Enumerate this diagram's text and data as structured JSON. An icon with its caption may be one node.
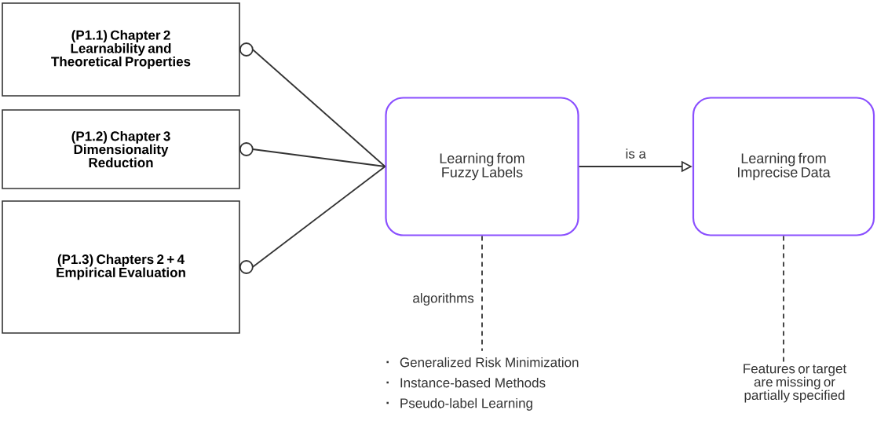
{
  "diagram": {
    "nodes": [
      {
        "text": [
          "(P1.1) Chapter 2 Learnability and Theoretical Properties"
        ]
      },
      {
        "text": [
          "(P1.2) Chapter 3 Dimensionality Reduction"
        ]
      },
      {
        "text": [
          "(P1.3) Chapters 2 + 4 Empirical Evaluation"
        ]
      },
      {
        "text": [
          "Learning from Fuzzy Labels"
        ]
      },
      {
        "text": [
          "Learning from Imprecise Data"
        ]
      },
      {
        "text": [
          "Generalized Risk Minimization",
          "Instance-based Methods",
          "Pseudo-label Learning"
        ]
      },
      {
        "text": [
          "Features or target are missing or partially specified"
        ]
      }
    ],
    "edges": [
      {
        "from": 0,
        "to": 3,
        "arrow": "other"
      },
      {
        "from": 1,
        "to": 3,
        "arrow": "other"
      },
      {
        "from": 2,
        "to": 3,
        "arrow": "other"
      },
      {
        "from": 3,
        "to": 4,
        "arrow": "to",
        "label": "is a"
      },
      {
        "from": 3,
        "to": 5,
        "arrow": "none",
        "label": "algorithms",
        "style": "dashed"
      },
      {
        "from": 4,
        "to": 6,
        "arrow": "none",
        "style": "dashed"
      }
    ]
  }
}
